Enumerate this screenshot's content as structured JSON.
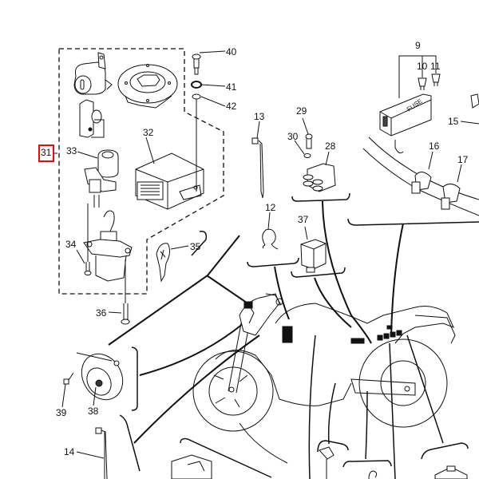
{
  "diagram": {
    "type": "exploded parts diagram",
    "subject": "motorcycle electrical components",
    "highlight": {
      "part": "31",
      "color": "#ff0000"
    },
    "callouts": [
      {
        "id": "9",
        "part": "fuse-box"
      },
      {
        "id": "10",
        "part": "fuse"
      },
      {
        "id": "11",
        "part": "fuse"
      },
      {
        "id": "12",
        "part": "wire-clip"
      },
      {
        "id": "13",
        "part": "cable-tie"
      },
      {
        "id": "14",
        "part": "cable-tie"
      },
      {
        "id": "15",
        "part": "clamp"
      },
      {
        "id": "16",
        "part": "harness-clamp"
      },
      {
        "id": "17",
        "part": "harness-clamp"
      },
      {
        "id": "28",
        "part": "relay-with-grommets"
      },
      {
        "id": "29",
        "part": "bolt"
      },
      {
        "id": "30",
        "part": "washer"
      },
      {
        "id": "31",
        "part": "lock-set-assembly"
      },
      {
        "id": "32",
        "part": "ecu"
      },
      {
        "id": "33",
        "part": "main-switch-cover"
      },
      {
        "id": "34",
        "part": "bolt"
      },
      {
        "id": "35",
        "part": "key"
      },
      {
        "id": "36",
        "part": "bolt"
      },
      {
        "id": "37",
        "part": "relay"
      },
      {
        "id": "38",
        "part": "horn"
      },
      {
        "id": "39",
        "part": "bolt"
      },
      {
        "id": "40",
        "part": "bolt"
      },
      {
        "id": "41",
        "part": "grommet"
      },
      {
        "id": "42",
        "part": "washer"
      }
    ],
    "fuse_box_text": "FUSE"
  }
}
